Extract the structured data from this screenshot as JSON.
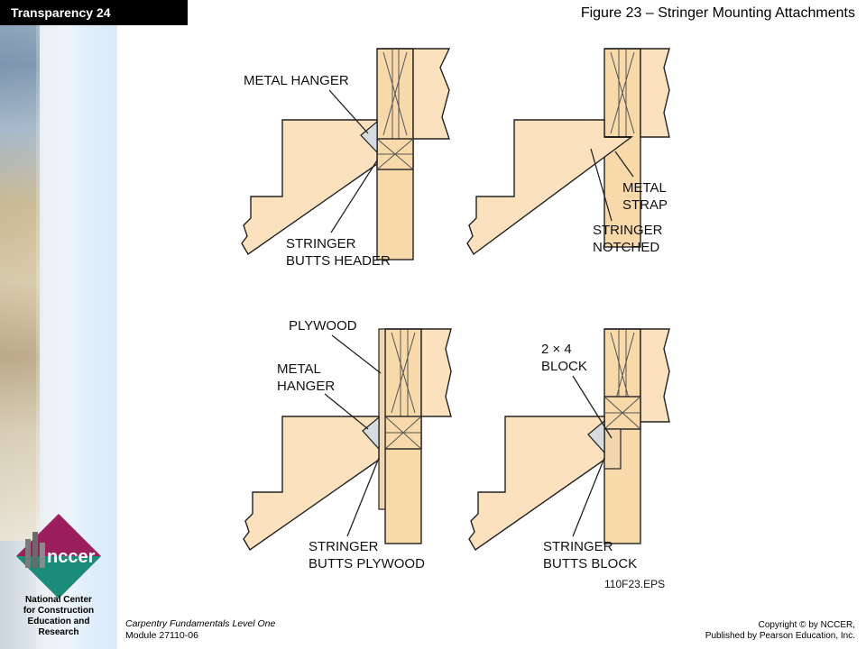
{
  "badge": "Transparency 24",
  "figure_title": "Figure 23 – Stringer Mounting Attachments",
  "labels": {
    "tl_top": "METAL HANGER",
    "tl_bottom_1": "STRINGER",
    "tl_bottom_2": "BUTTS HEADER",
    "tr_mid_1": "METAL",
    "tr_mid_2": "STRAP",
    "tr_bottom_1": "STRINGER",
    "tr_bottom_2": "NOTCHED",
    "bl_top": "PLYWOOD",
    "bl_mid_1": "METAL",
    "bl_mid_2": "HANGER",
    "bl_bottom_1": "STRINGER",
    "bl_bottom_2": "BUTTS PLYWOOD",
    "br_top_1": "2 × 4",
    "br_top_2": "BLOCK",
    "br_bottom_1": "STRINGER",
    "br_bottom_2": "BUTTS BLOCK",
    "file_code": "110F23.EPS"
  },
  "org": {
    "logo_text": "nccer",
    "line1": "National Center",
    "line2": "for Construction",
    "line3": "Education and",
    "line4": "Research"
  },
  "footer": {
    "course": "Carpentry Fundamentals Level One",
    "module": "Module 27110-06",
    "copyright": "Copyright © by NCCER,",
    "publisher": "Published by Pearson Education, Inc."
  },
  "colors": {
    "wood": "#fbe1bd",
    "post": "#f7d9aa",
    "logo_magenta": "#9a1f5c",
    "logo_teal": "#1c8c7a",
    "badge_bg": "#000000"
  }
}
